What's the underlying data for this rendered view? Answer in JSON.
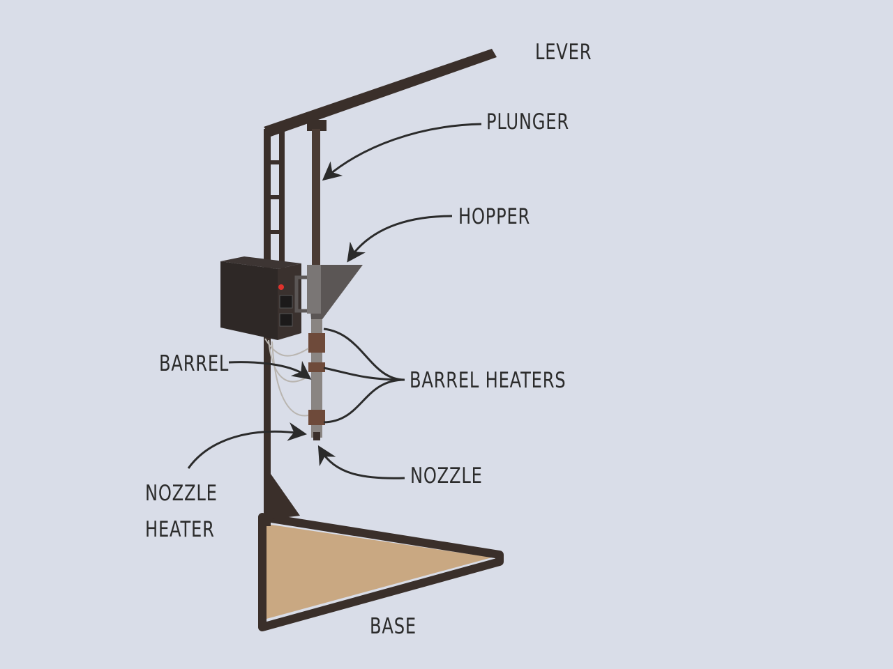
{
  "labels": {
    "lever": "LEVER",
    "plunger": "PLUNGER",
    "hopper": "HOPPER",
    "barrel": "BARREL",
    "barrel_heaters": "BARREL HEATERS",
    "nozzle": "NOZZLE",
    "nozzle_heater_line1": "NOZZLE",
    "nozzle_heater_line2": "HEATER",
    "base": "BASE"
  },
  "colors": {
    "background": "#d9dde8",
    "frame": "#3a2f2a",
    "wood": "#c9a882",
    "hopper": "#5b5655",
    "control_box": "#2e2826",
    "indicator_red": "#e0322c",
    "arrow": "#2b2b2b"
  }
}
